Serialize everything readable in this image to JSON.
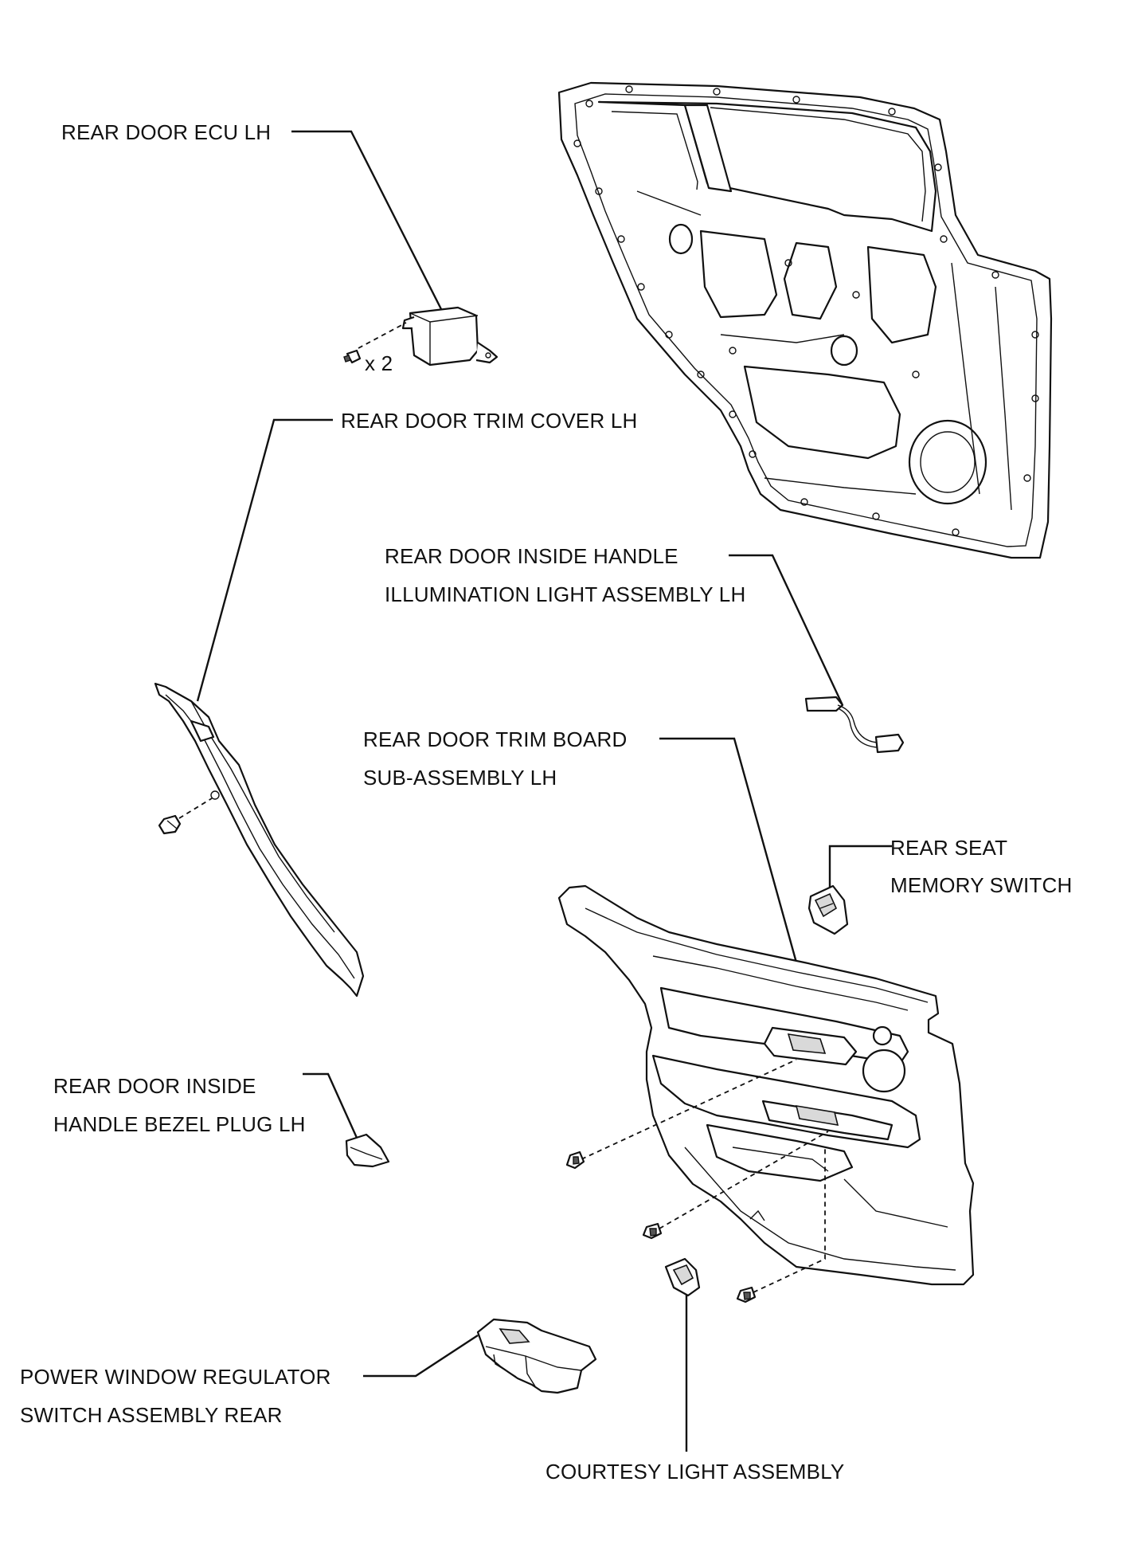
{
  "labels": {
    "ecu": "REAR DOOR ECU LH",
    "ecu_qty": "x 2",
    "trim_cover": "REAR DOOR TRIM COVER LH",
    "illum_line1": "REAR DOOR INSIDE HANDLE",
    "illum_line2": "ILLUMINATION LIGHT ASSEMBLY LH",
    "trim_board_line1": "REAR DOOR TRIM BOARD",
    "trim_board_line2": "SUB-ASSEMBLY LH",
    "memory_line1": "REAR SEAT",
    "memory_line2": "MEMORY SWITCH",
    "bezel_line1": "REAR DOOR INSIDE",
    "bezel_line2": "HANDLE BEZEL PLUG LH",
    "pw_line1": "POWER WINDOW REGULATOR",
    "pw_line2": "SWITCH ASSEMBLY REAR",
    "courtesy": "COURTESY LIGHT ASSEMBLY"
  }
}
